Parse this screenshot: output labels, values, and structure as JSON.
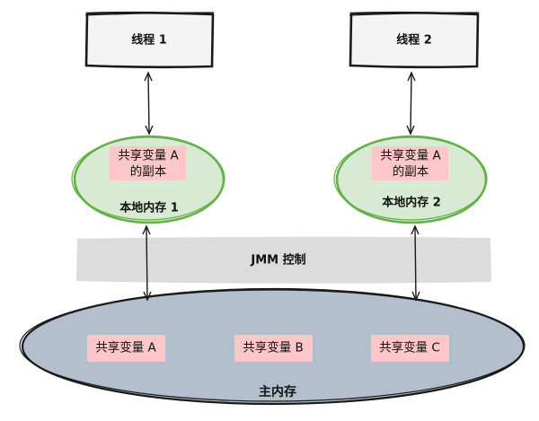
{
  "threads": [
    {
      "label": "线程 1",
      "copy_line1": "共享变量 A",
      "copy_line2": "的副本",
      "local_label": "本地内存 1"
    },
    {
      "label": "线程 2",
      "copy_line1": "共享变量 A",
      "copy_line2": "的副本",
      "local_label": "本地内存 2"
    }
  ],
  "jmm": {
    "label": "JMM 控制"
  },
  "main_memory": {
    "label": "主内存",
    "variables": [
      "共享变量 A",
      "共享变量 B",
      "共享变量 C"
    ]
  },
  "colors": {
    "thread_box_fill": "#f4f4f4",
    "local_memory_fill": "#d8ead3",
    "local_memory_stroke": "#66b04a",
    "variable_highlight": "#fbc7c9",
    "jmm_band": "#dcdcdc",
    "main_memory_fill": "#b3bfcc",
    "stroke": "#1a1a1a"
  }
}
